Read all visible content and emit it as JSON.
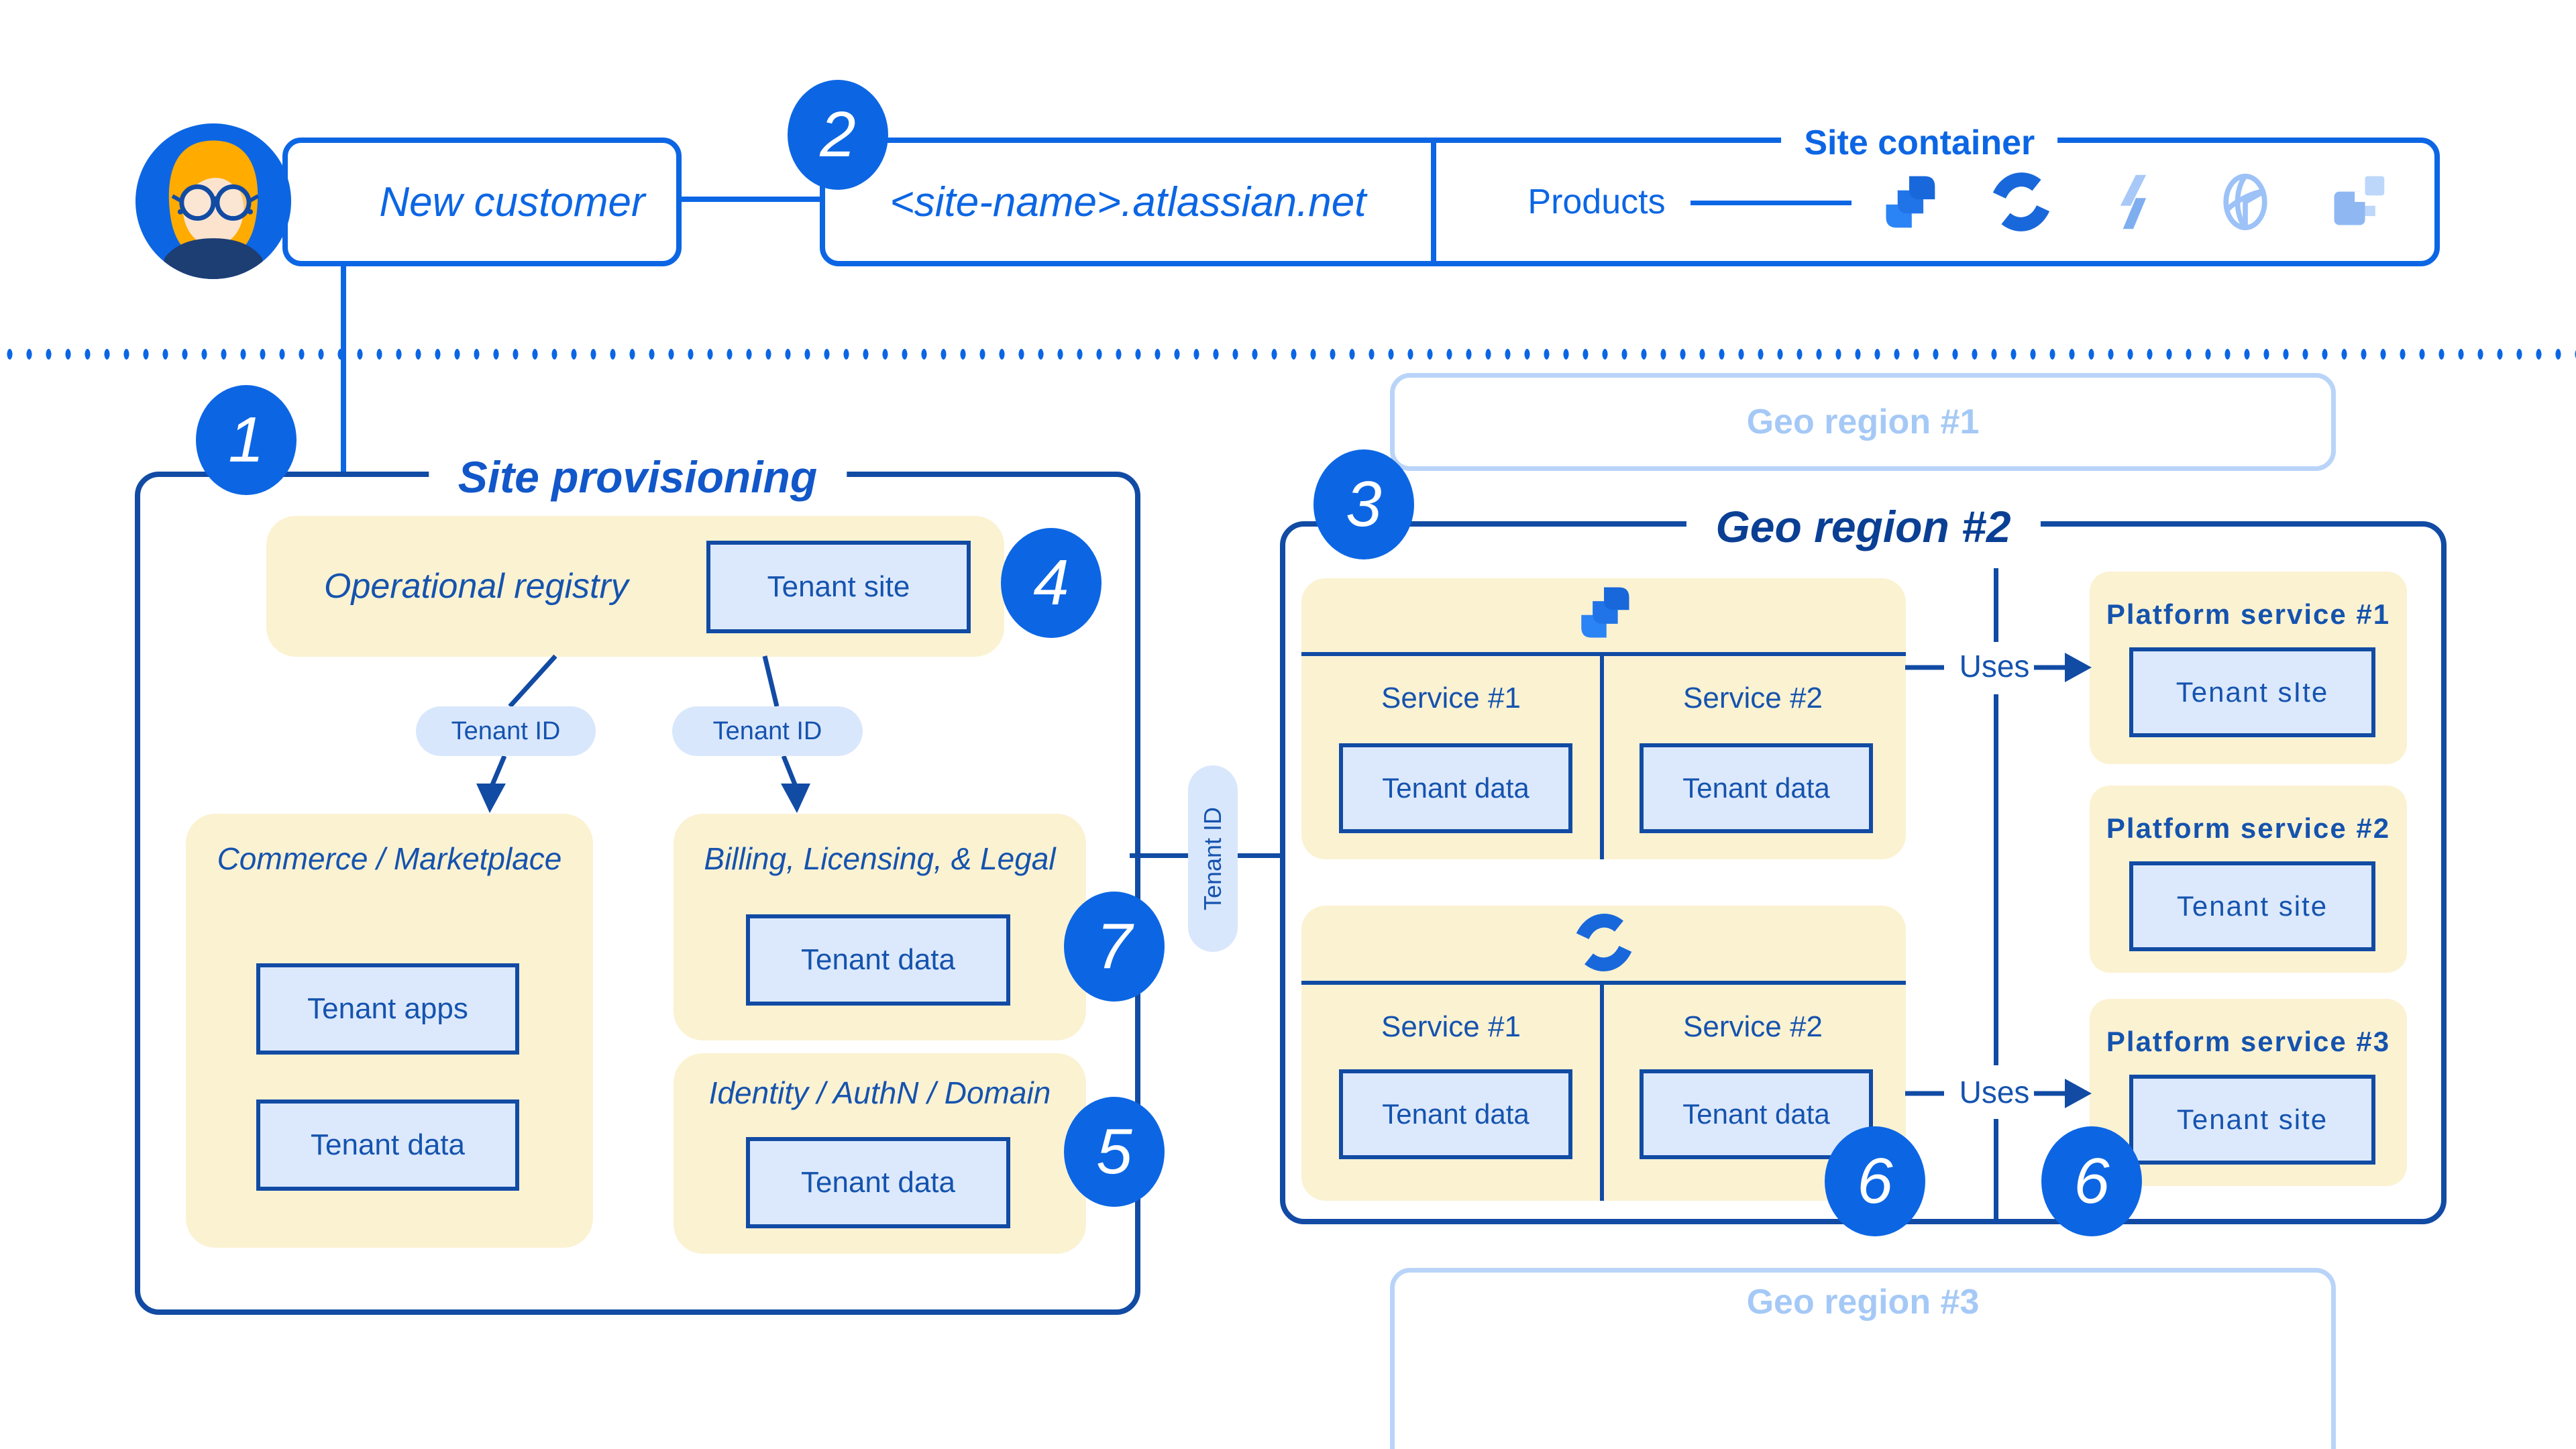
{
  "palette": {
    "bright_blue": "#0C66E4",
    "mid_blue": "#1157C9",
    "navy": "#114BA4",
    "dark_navy": "#0A3F94",
    "cream": "#FBF2D2",
    "box_fill": "#DCE9FC",
    "pill_fill": "#D9E7FC",
    "faded_border": "#B9D4F8",
    "faded_text": "#A5C9F6"
  },
  "top": {
    "new_customer_label": "New customer",
    "badge_2": "2",
    "site_name": "<site-name>.atlassian.net",
    "site_container_label": "Site container",
    "products_label": "Products",
    "product_icons": [
      "jira-icon",
      "confluence-icon",
      "bolt-icon",
      "globe-icon",
      "squares-icon"
    ]
  },
  "site_provisioning": {
    "badge_1": "1",
    "title": "Site provisioning",
    "operational_registry": {
      "title": "Operational registry",
      "tenant_site": "Tenant site",
      "badge_4": "4"
    },
    "tenant_id_left": "Tenant ID",
    "tenant_id_right": "Tenant ID",
    "commerce": {
      "title": "Commerce / Marketplace",
      "tenant_apps": "Tenant apps",
      "tenant_data": "Tenant data"
    },
    "billing": {
      "title": "Billing, Licensing, & Legal",
      "tenant_data": "Tenant data",
      "badge_7": "7"
    },
    "identity": {
      "title": "Identity / AuthN / Domain",
      "tenant_data": "Tenant data",
      "badge_5": "5"
    }
  },
  "connector": {
    "tenant_id_pill": "Tenant ID"
  },
  "geo_regions": {
    "region1_title": "Geo region #1",
    "region2_title": "Geo region #2",
    "region3_title": "Geo region #3",
    "badge_3": "3"
  },
  "region2": {
    "jira_group": {
      "service1": "Service #1",
      "service2": "Service #2",
      "tenant_data1": "Tenant data",
      "tenant_data2": "Tenant data"
    },
    "confluence_group": {
      "service1": "Service #1",
      "service2": "Service #2",
      "tenant_data1": "Tenant data",
      "tenant_data2": "Tenant data"
    },
    "uses_top": "Uses",
    "uses_bottom": "Uses",
    "platform1": {
      "title": "Platform service #1",
      "box": "Tenant sIte"
    },
    "platform2": {
      "title": "Platform service #2",
      "box": "Tenant site"
    },
    "platform3": {
      "title": "Platform service #3",
      "box": "Tenant site"
    },
    "badge_6a": "6",
    "badge_6b": "6"
  }
}
